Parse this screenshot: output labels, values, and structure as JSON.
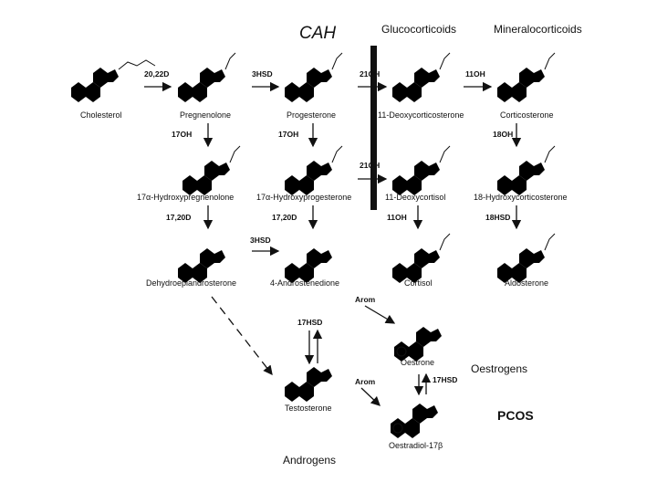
{
  "headers": {
    "cah": "CAH",
    "glucocorticoids": "Glucocorticoids",
    "mineralocorticoids": "Mineralocorticoids",
    "oestrogens": "Oestrogens",
    "androgens": "Androgens",
    "pcos": "PCOS"
  },
  "compounds": {
    "cholesterol": "Cholesterol",
    "pregnenolone": "Pregnenolone",
    "progesterone": "Progesterone",
    "deoxycorticosterone": "11-Deoxycorticosterone",
    "corticosterone": "Corticosterone",
    "hydroxypregnenolone": "17α-Hydroxypregnenolone",
    "hydroxyprogesterone": "17α-Hydroxyprogesterone",
    "deoxycortisol": "11-Deoxycortisol",
    "hydroxycorticosterone": "18-Hydroxycorticosterone",
    "dhea": "Dehydroepiandrosterone",
    "androstenedione": "4-Androstenedione",
    "cortisol": "Cortisol",
    "aldosterone": "Aldosterone",
    "oestrone": "Oestrone",
    "testosterone": "Testosterone",
    "oestradiol": "Oestradiol-17β"
  },
  "enzymes": {
    "e2022d": "20,22D",
    "e3hsd_a": "3HSD",
    "e21oh_a": "21OH",
    "e11oh_a": "11OH",
    "e17oh_a": "17OH",
    "e17oh_b": "17OH",
    "e21oh_b": "21OH",
    "e18oh": "18OH",
    "e1720d_a": "17,20D",
    "e1720d_b": "17,20D",
    "e11oh_b": "11OH",
    "e18hsd": "18HSD",
    "e3hsd_b": "3HSD",
    "arom_a": "Arom",
    "e17hsd_a": "17HSD",
    "arom_b": "Arom",
    "e17hsd_b": "17HSD"
  },
  "colors": {
    "ink": "#111111",
    "background": "#ffffff"
  }
}
